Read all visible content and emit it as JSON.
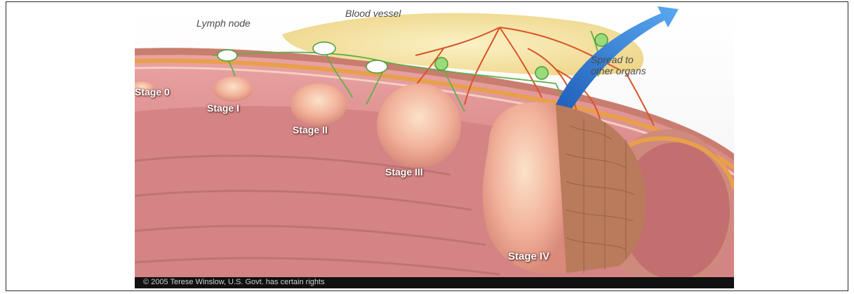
{
  "labels": {
    "lymph_node": "Lymph node",
    "blood_vessel": "Blood vessel",
    "spread_line1": "Spread to",
    "spread_line2": "other organs",
    "stage0": "Stage 0",
    "stage1": "Stage I",
    "stage2": "Stage II",
    "stage3": "Stage III",
    "stage4": "Stage IV"
  },
  "copyright": "© 2005 Terese Winslow, U.S. Govt. has certain rights",
  "colors": {
    "tissue": "#d98d8d",
    "tumor": "#f2b39a",
    "fat": "#f3e4a6",
    "vessel": "#d9532b",
    "lymph": "#6bbf4a",
    "arrow": "#2f7fd9"
  }
}
